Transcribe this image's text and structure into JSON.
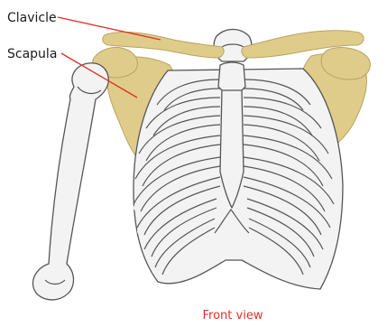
{
  "labels": {
    "clavicle": "Clavicle",
    "scapula": "Scapula"
  },
  "caption": "Front view",
  "colors": {
    "highlight_bone": "#e0cc8a",
    "bone": "#f3f3f3",
    "outline": "#555555",
    "leader_line": "#e0302a",
    "caption": "#e0302a"
  }
}
